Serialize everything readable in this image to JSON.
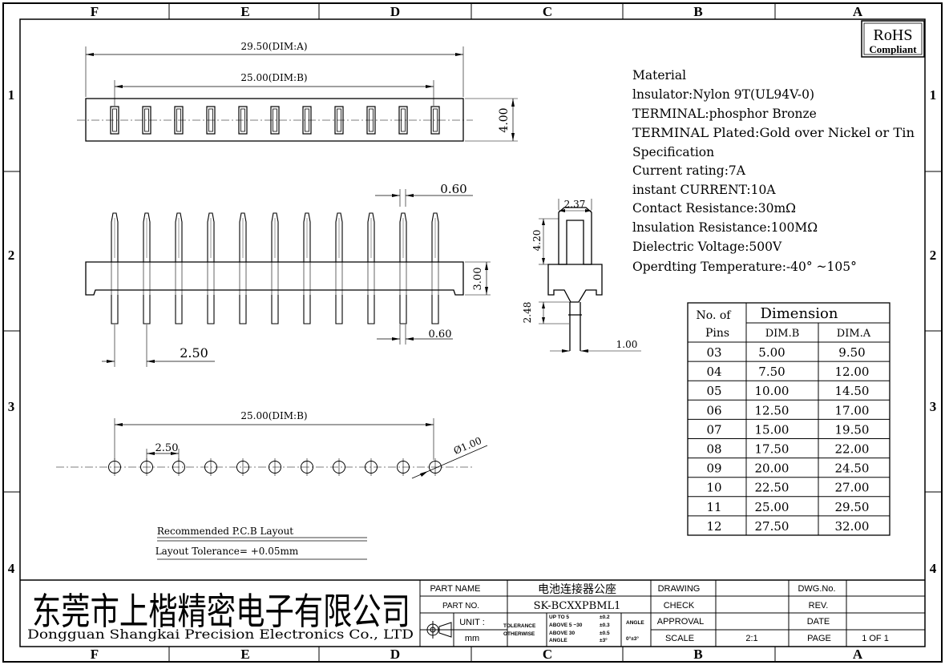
{
  "grid": {
    "columns": [
      "F",
      "E",
      "D",
      "C",
      "B",
      "A"
    ],
    "rows": [
      "1",
      "2",
      "3",
      "4"
    ]
  },
  "rohs": {
    "line1": "RoHS",
    "line2": "Compliant"
  },
  "top_view": {
    "dim_a": "29.50(DIM:A)",
    "dim_b": "25.00(DIM:B)",
    "height": "4.00",
    "pins": 11
  },
  "front_view": {
    "pin_width": "0.60",
    "body_height": "3.00",
    "pin_width2": "0.60",
    "pitch": "2.50",
    "pins": 11
  },
  "side_view": {
    "width": "2.37",
    "upper": "4.20",
    "lower": "2.48",
    "pin": "1.00"
  },
  "pcb_layout": {
    "span": "25.00(DIM:B)",
    "pitch": "2.50",
    "hole": "Ø1.00",
    "title": "Recommended P.C.B Layout",
    "tolerance": "Layout Tolerance= +0.05mm",
    "holes": 11
  },
  "specs": [
    "Material",
    "lnsulator:Nylon 9T(UL94V-0)",
    "TERMINAL:phosphor Bronze",
    "TERMINAL Plated:Gold over Nickel or Tin",
    "Specification",
    "Current rating:7A",
    "instant CURRENT:10A",
    "Contact Resistance:30mΩ",
    "lnsulation Resistance:100MΩ",
    "Dielectric Voltage:500V",
    "Operdting Temperature:-40° ~105°"
  ],
  "dimension_table": {
    "corner_top": "No. of",
    "corner_bottom": "Pins",
    "title": "Dimension",
    "col_b": "DIM.B",
    "col_a": "DIM.A",
    "rows": [
      [
        "03",
        "5.00",
        "9.50"
      ],
      [
        "04",
        "7.50",
        "12.00"
      ],
      [
        "05",
        "10.00",
        "14.50"
      ],
      [
        "06",
        "12.50",
        "17.00"
      ],
      [
        "07",
        "15.00",
        "19.50"
      ],
      [
        "08",
        "17.50",
        "22.00"
      ],
      [
        "09",
        "20.00",
        "24.50"
      ],
      [
        "10",
        "22.50",
        "27.00"
      ],
      [
        "11",
        "25.00",
        "29.50"
      ],
      [
        "12",
        "27.50",
        "32.00"
      ]
    ]
  },
  "title_block": {
    "company_cn": "东莞市上楷精密电子有限公司",
    "company_en": "Dongguan Shangkai Precision Electronics Co., LTD",
    "part_name_label": "PART NAME",
    "part_name": "电池连接器公座",
    "part_no_label": "PART NO.",
    "part_no": "SK-BCXXPBML1",
    "unit_label": "UNIT :",
    "unit": "mm",
    "tolerance_label": "TOLERANCE",
    "otherwise_label": "OTHERWISE",
    "tol_up": "UP TO 5",
    "tol_up_val": "±0.2",
    "tol_mid": "ABOVE 5 ~30",
    "tol_mid_val": "±0.3",
    "tol_high": "ABOVE 30",
    "tol_high_val": "±0.5",
    "tol_angle": "ANGLE",
    "tol_angle_val": "±3°",
    "angle_label": "ANGLE",
    "angle_val": "0°±3°",
    "drawing_label": "DRAWING",
    "check_label": "CHECK",
    "approval_label": "APPROVAL",
    "scale_label": "SCALE",
    "scale": "2:1",
    "dwg_no_label": "DWG.No.",
    "rev_label": "REV.",
    "date_label": "DATE",
    "page_label": "PAGE",
    "page": "1 OF 1"
  }
}
